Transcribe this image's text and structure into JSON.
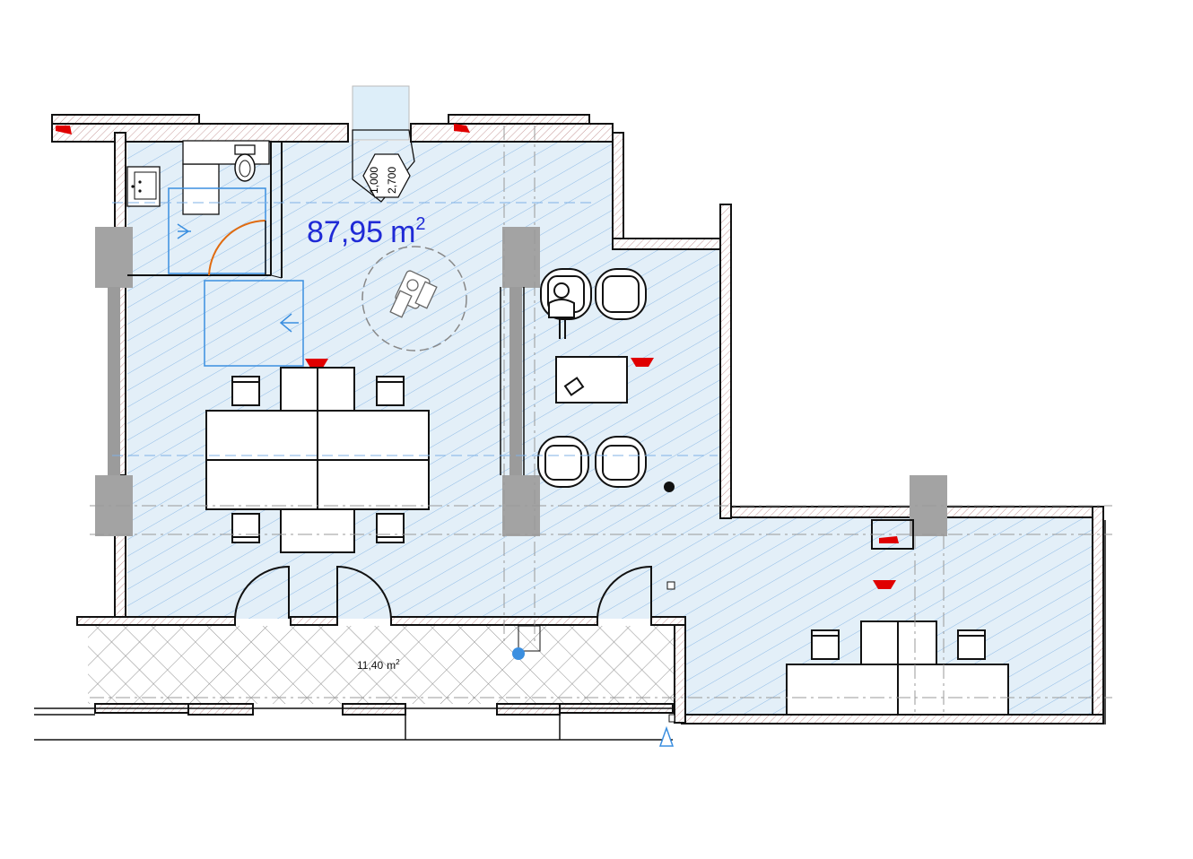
{
  "plan": {
    "main_area": {
      "value": "87,95",
      "unit": "m",
      "exponent": "2"
    },
    "terrace_area": {
      "value": "11,40",
      "unit": "m",
      "exponent": "2"
    },
    "window_dims": [
      "1,000",
      "2,700"
    ]
  },
  "colors": {
    "floor_fill": "#e3eff8",
    "hatch": "#8fbbe6",
    "wall": "#111111",
    "wall_hatch": "#c79a9a",
    "column": "#a3a3a3",
    "accent_blue": "#3b8fe0",
    "area_text": "#1f2ad6",
    "door_swing": "#e06b10",
    "fire_marker": "#e00000",
    "terrace_grid": "#909090"
  },
  "icons": {
    "toilet": "toilet-icon",
    "sink": "sink-icon",
    "wheelchair": "wheelchair-turning-circle-icon",
    "armchair": "armchair-icon",
    "person": "person-seated-icon",
    "phone": "phone-icon",
    "detector": "smoke-detector-icon",
    "entry_marker": "section-marker-icon"
  }
}
